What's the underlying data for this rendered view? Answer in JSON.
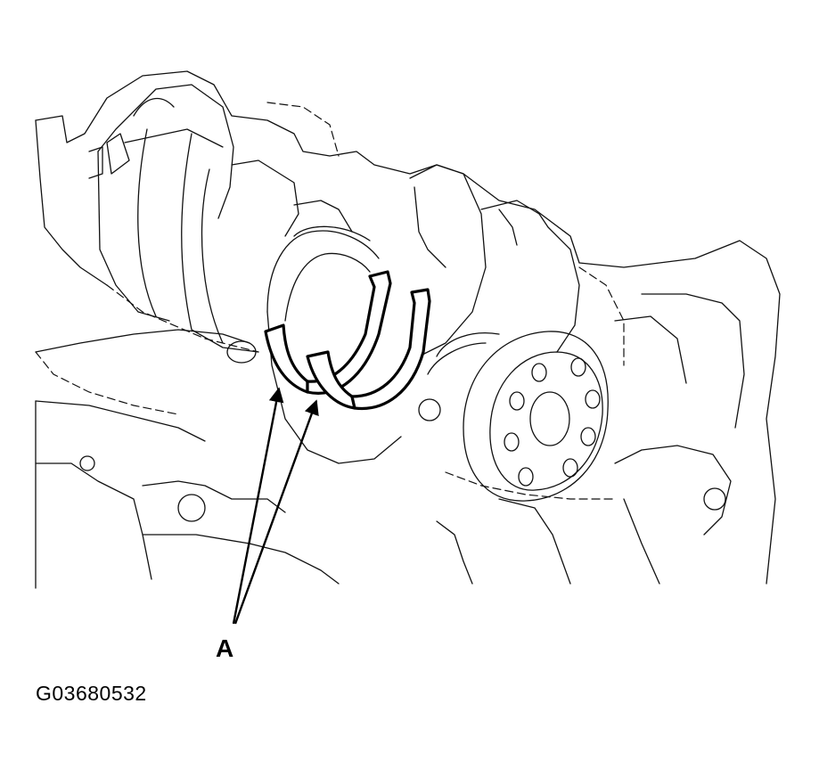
{
  "diagram": {
    "callout_label": "A",
    "figure_id": "G03680532",
    "colors": {
      "line": "#111111",
      "background": "#ffffff"
    },
    "icons": [
      "crankshaft-illustration",
      "thrust-washer",
      "leader-arrow"
    ]
  }
}
